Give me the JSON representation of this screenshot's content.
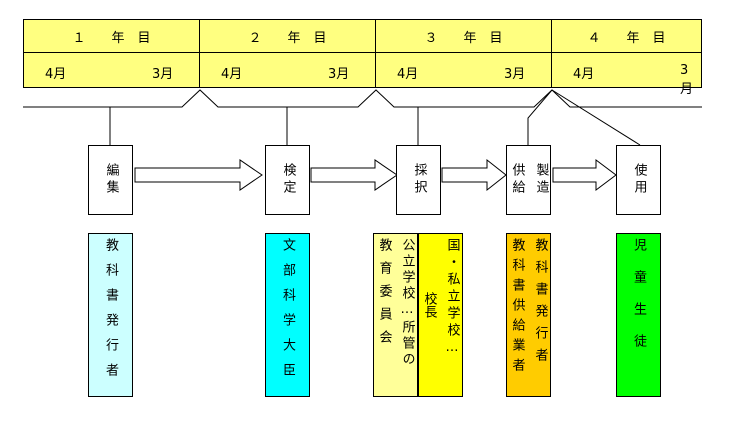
{
  "years": [
    {
      "label": "１　　年　目",
      "start_month": "4月",
      "end_month": "3月"
    },
    {
      "label": "２　　年　目",
      "start_month": "4月",
      "end_month": "3月"
    },
    {
      "label": "３　　年　目",
      "start_month": "4月",
      "end_month": "3月"
    },
    {
      "label": "４　　年　目",
      "start_month": "4月",
      "end_month": "3月"
    }
  ],
  "stages": {
    "edit": "編集",
    "inspect": "検定",
    "adopt": "採択",
    "supply_a": "製造",
    "supply_b": "供給",
    "use": "使用"
  },
  "actors": {
    "publisher": "教科書発行者",
    "minister": "文部科学大臣",
    "board_a": "教育委員会",
    "board_b": "公立学校…所管の",
    "principal_a": "国・私立学校…",
    "principal_b": "校長",
    "supplier_a": "教科書供給業者",
    "supplier_b": "教科書発行者",
    "students": "児　童　生　徒"
  },
  "colors": {
    "year_band": "#ffff80",
    "publisher": "#ccffff",
    "minister": "#00ffff",
    "board": "#ffff99",
    "principal": "#ffff00",
    "supplier": "#ffcc00",
    "students": "#00ff00"
  }
}
